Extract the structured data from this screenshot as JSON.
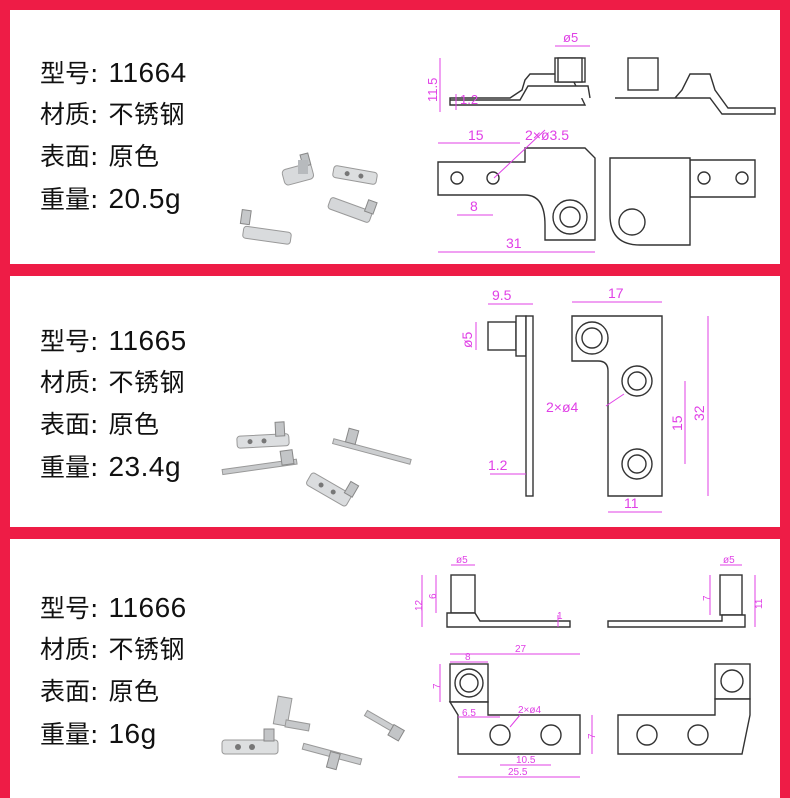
{
  "labels": {
    "model": "型号",
    "material": "材质",
    "surface": "表面",
    "weight": "重量",
    "sep": ":"
  },
  "colors": {
    "background": "#ee1c46",
    "panel": "#ffffff",
    "dimension": "#e040e6",
    "part_line": "#333333"
  },
  "products": [
    {
      "model": "11664",
      "material": "不锈钢",
      "surface": "原色",
      "weight": "20.5g",
      "dims": {
        "d_top": "ø5",
        "h_total": "11.5",
        "thickness": "1.2",
        "width_top": "15",
        "holes": "2×ø3.5",
        "hole_pitch": "8",
        "width_total": "31"
      }
    },
    {
      "model": "11665",
      "material": "不锈钢",
      "surface": "原色",
      "weight": "23.4g",
      "dims": {
        "pin_len": "9.5",
        "d_pin": "ø5",
        "thickness": "1.2",
        "width": "17",
        "holes": "2×ø4",
        "hole_pitch": "15",
        "height": "32",
        "bottom": "11"
      }
    },
    {
      "model": "11666",
      "material": "不锈钢",
      "surface": "原色",
      "weight": "16g",
      "dims": {
        "d_left": "ø5",
        "h_left": "12",
        "pin_left": "6",
        "thickness": "1",
        "d_right": "ø5",
        "h_right": "11",
        "pin_right": "7",
        "length": "27",
        "tab_w": "8",
        "tab_h": "7",
        "holes": "2×ø4",
        "off1": "6.5",
        "pitch": "10.5",
        "total": "25.5",
        "height": "7"
      }
    }
  ]
}
